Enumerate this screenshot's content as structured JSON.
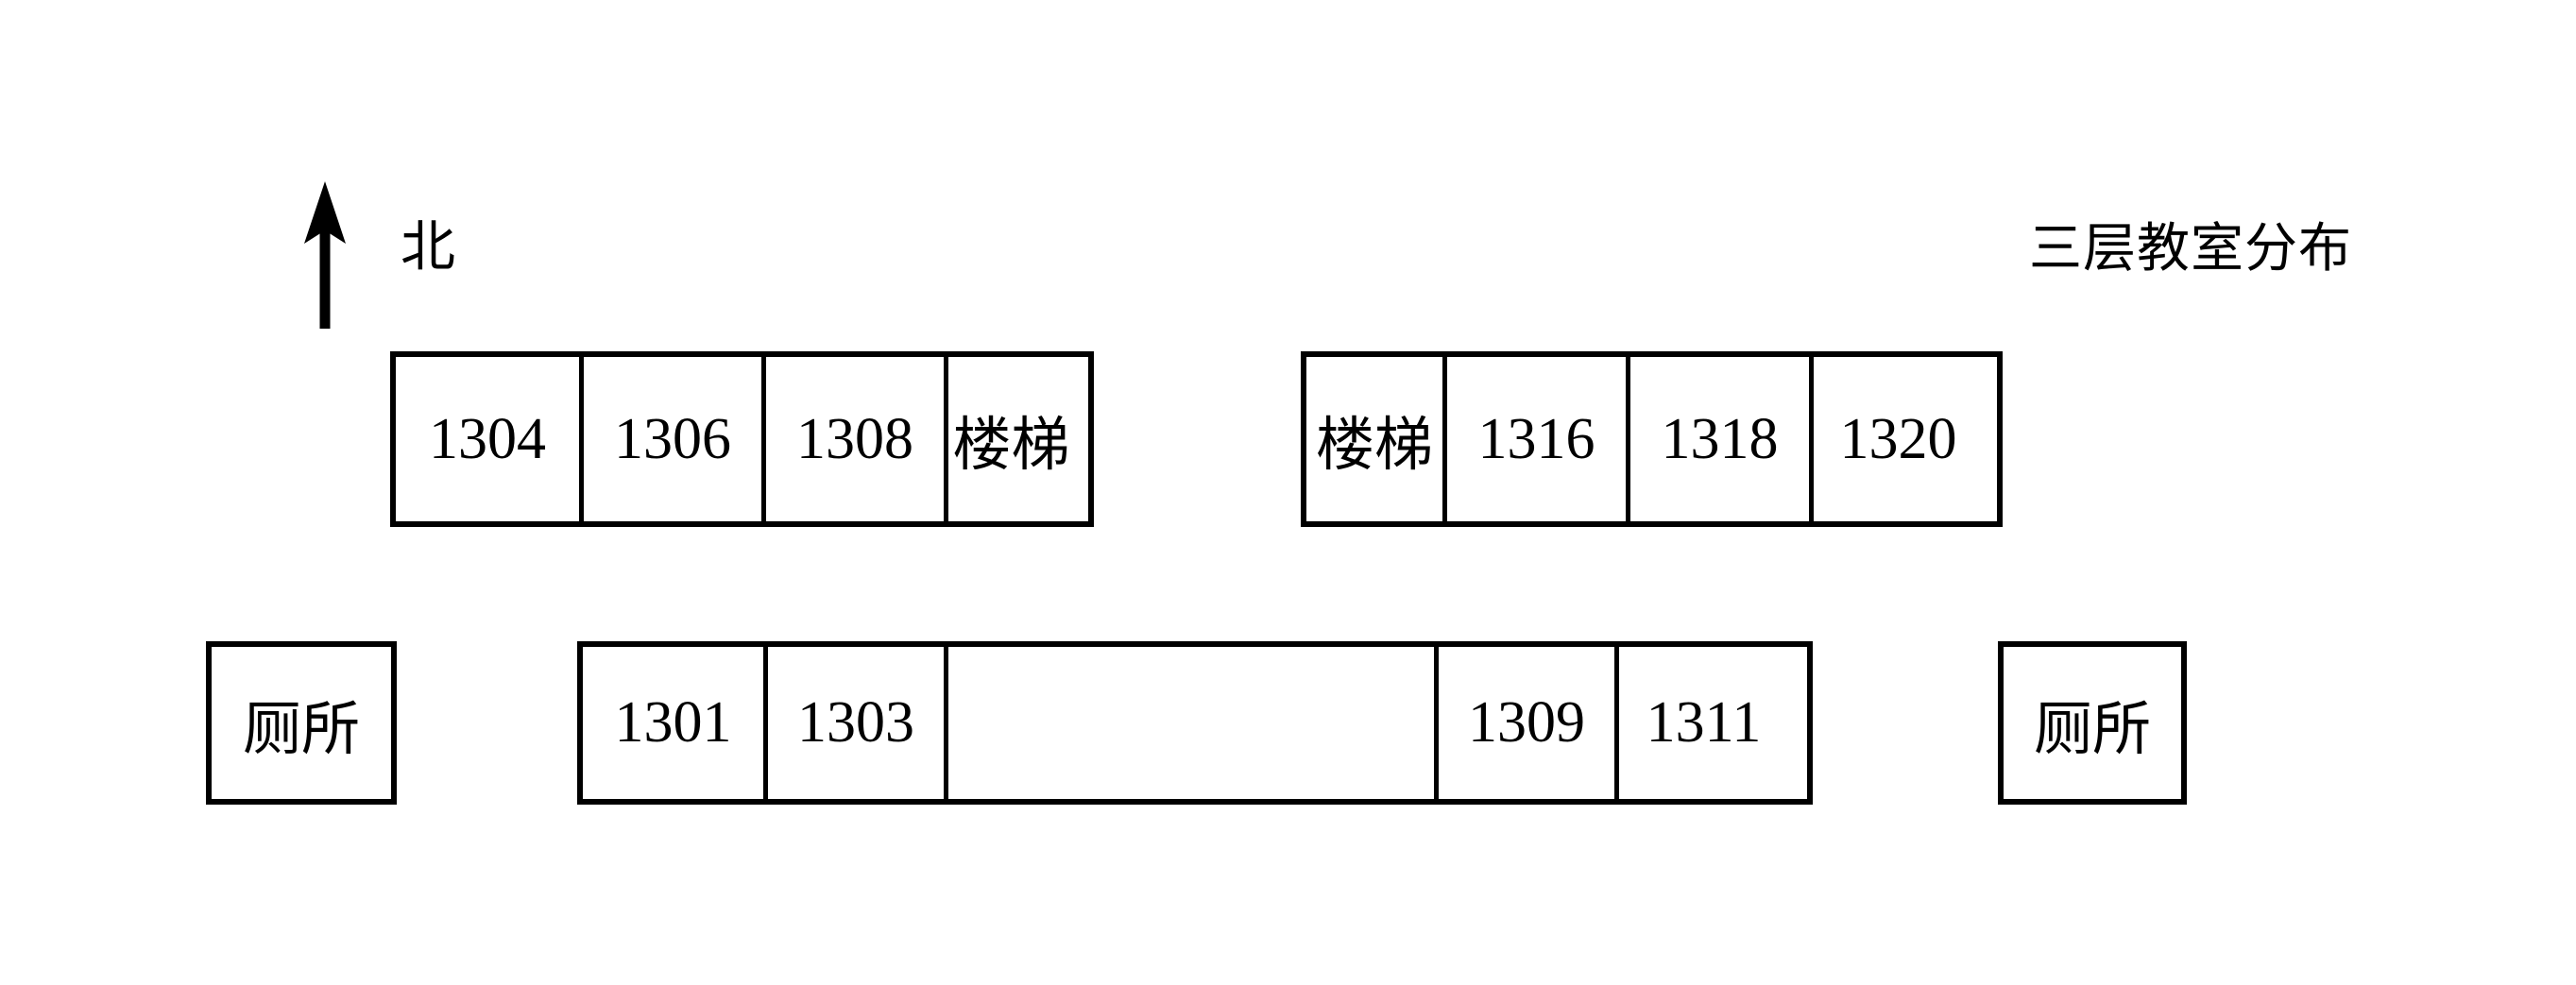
{
  "diagram": {
    "title": "三层教室分布",
    "compass": {
      "label": "北",
      "direction": "north"
    },
    "top_row": {
      "west_block": [
        "1304",
        "1306",
        "1308",
        "楼梯"
      ],
      "east_block": [
        "楼梯",
        "1316",
        "1318",
        "1320"
      ]
    },
    "bottom_row": {
      "west_toilet": "厕所",
      "main_block": [
        "1301",
        "1303",
        "",
        "1309",
        "1311"
      ],
      "east_toilet": "厕所"
    },
    "colors": {
      "line": "#000000",
      "background": "#ffffff",
      "text": "#000000"
    }
  }
}
